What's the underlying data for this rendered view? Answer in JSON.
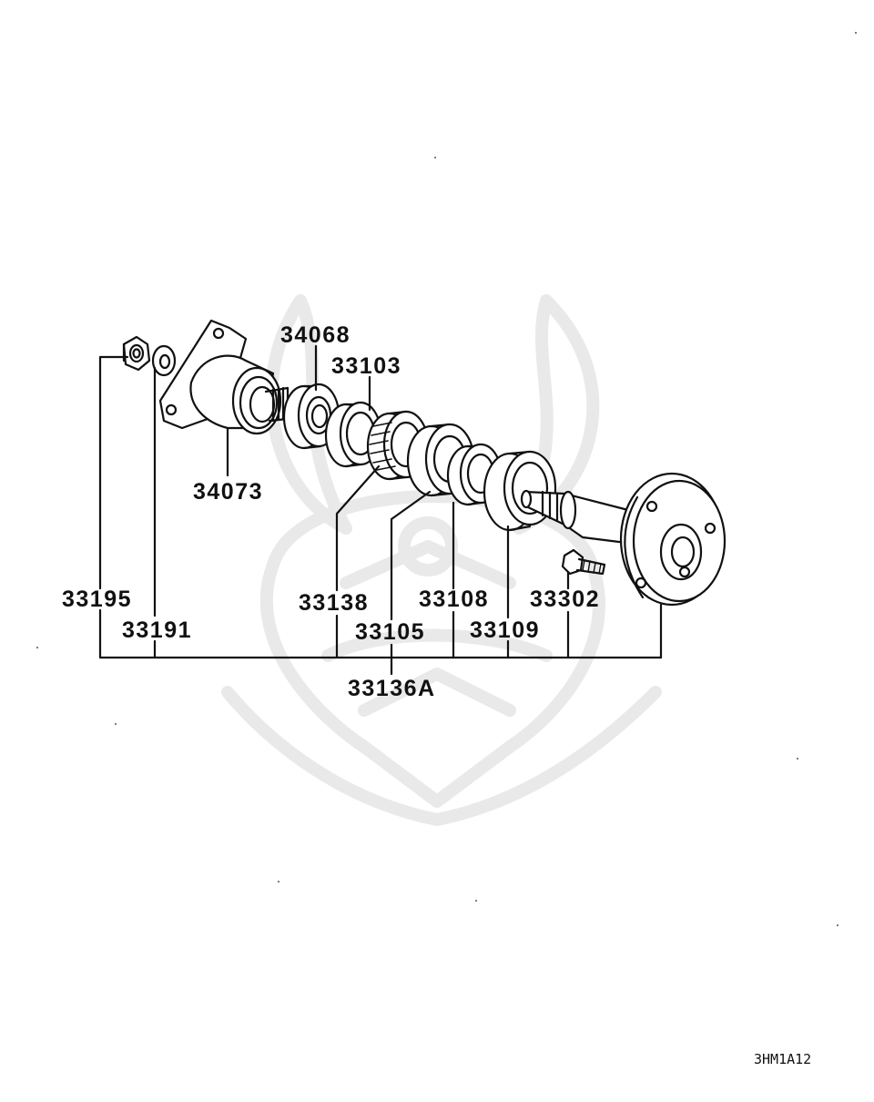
{
  "diagram": {
    "code": "3HM1A12",
    "callouts": [
      {
        "id": "34068",
        "label": "34068",
        "part": "bearing (outer)"
      },
      {
        "id": "33103",
        "label": "33103",
        "part": "bearing spacer ring"
      },
      {
        "id": "34073",
        "label": "34073",
        "part": "extension housing"
      },
      {
        "id": "33195",
        "label": "33195",
        "part": "nut"
      },
      {
        "id": "33191",
        "label": "33191",
        "part": "washer"
      },
      {
        "id": "33138",
        "label": "33138",
        "part": "gear"
      },
      {
        "id": "33105",
        "label": "33105",
        "part": "bearing"
      },
      {
        "id": "33108",
        "label": "33108",
        "part": "spacer"
      },
      {
        "id": "33109",
        "label": "33109",
        "part": "oil seal"
      },
      {
        "id": "33302",
        "label": "33302",
        "part": "bolt"
      },
      {
        "id": "33136A",
        "label": "33136A",
        "part": "output shaft assembly"
      }
    ]
  },
  "colors": {
    "ink": "#111111",
    "watermark": "#e9e9e9",
    "background": "#ffffff"
  }
}
